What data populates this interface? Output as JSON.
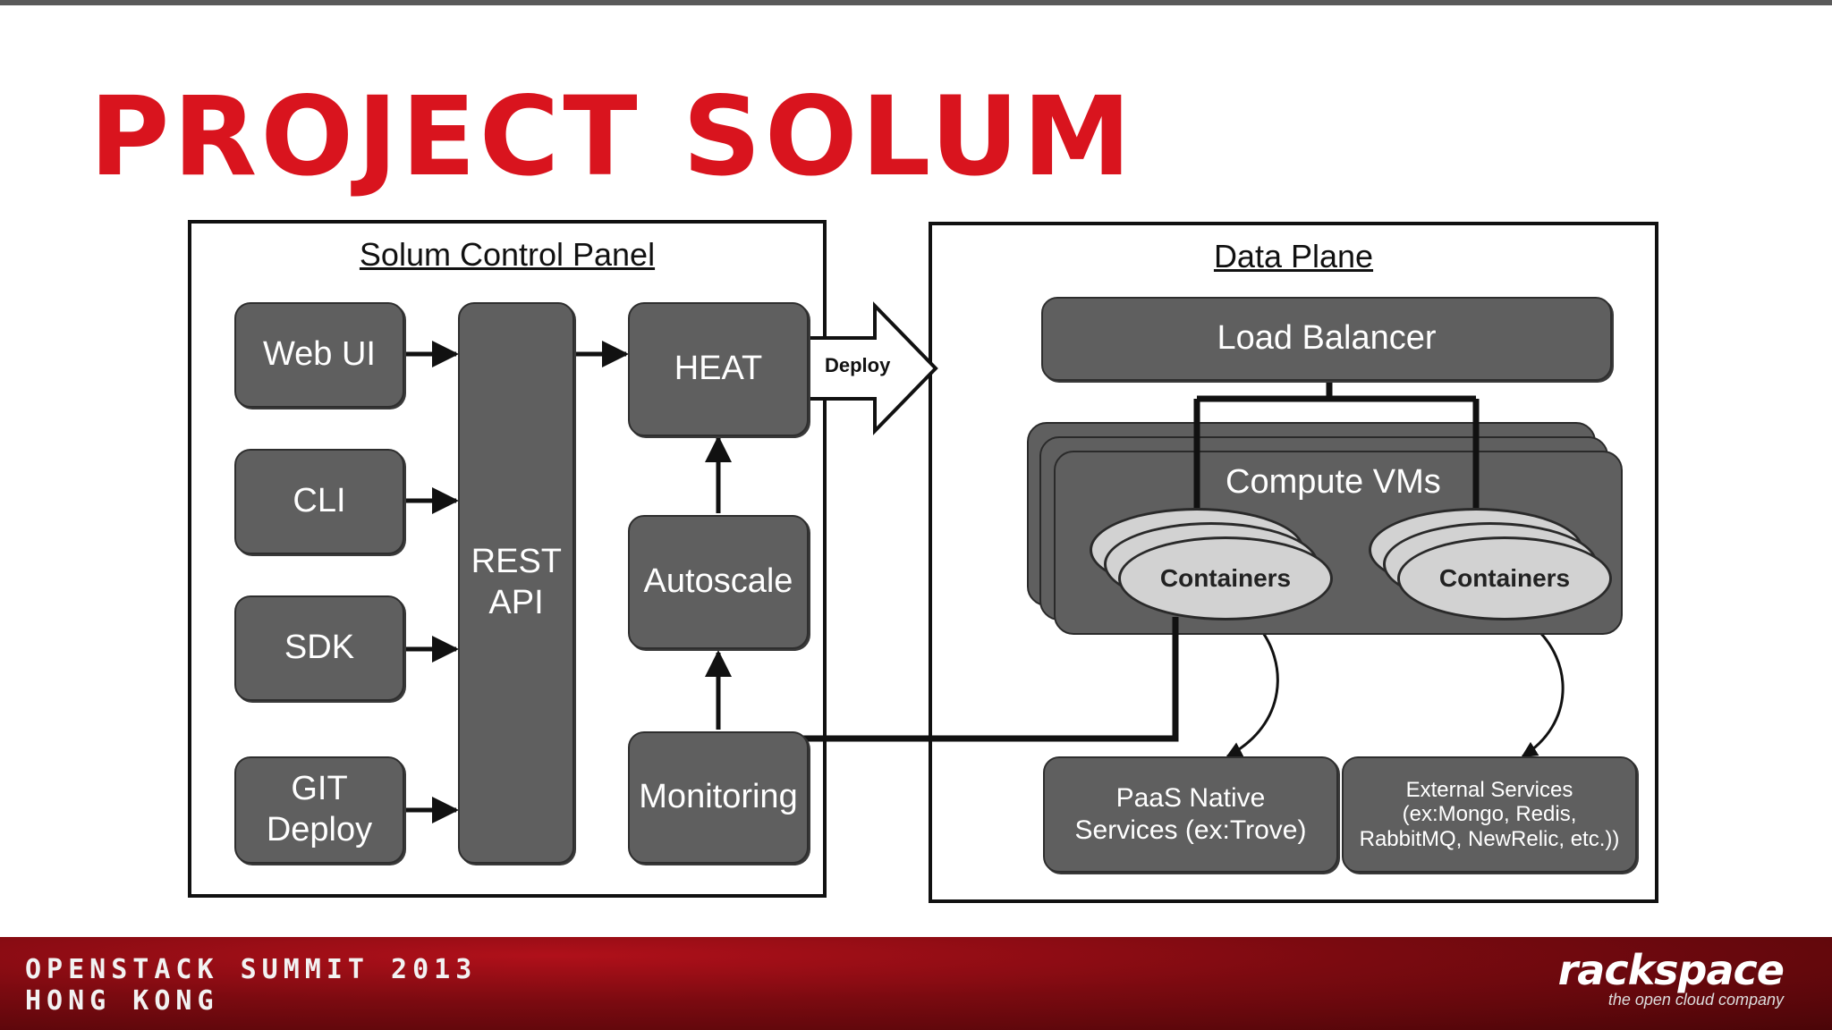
{
  "title": "PROJECT SOLUM",
  "control_panel": {
    "title": "Solum Control Panel",
    "clients": [
      "Web UI",
      "CLI",
      "SDK",
      "GIT Deploy"
    ],
    "rest_api": "REST API",
    "heat": "HEAT",
    "autoscale": "Autoscale",
    "monitoring": "Monitoring"
  },
  "deploy_label": "Deploy",
  "data_plane": {
    "title": "Data Plane",
    "load_balancer": "Load Balancer",
    "compute_vms": "Compute VMs",
    "containers_left": "Containers",
    "containers_right": "Containers",
    "paas_native": "PaaS Native Services (ex:Trove)",
    "external": "External Services (ex:Mongo, Redis, RabbitMQ, NewRelic, etc.))"
  },
  "footer": {
    "event_line1": "OPENSTACK SUMMIT 2013",
    "event_line2": "HONG KONG",
    "brand": "rackspace",
    "brand_tagline": "the open cloud company"
  },
  "colors": {
    "title_red": "#d9141e",
    "box_gray": "#5f5f5f",
    "container_gray": "#d2d2d2",
    "footer_red": "#7a0a10"
  }
}
